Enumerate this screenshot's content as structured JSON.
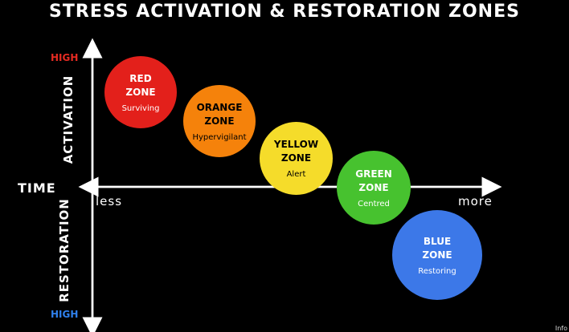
{
  "title": "STRESS ACTIVATION & RESTORATION ZONES",
  "y_axis": {
    "top_label": "HIGH",
    "bottom_label": "HIGH",
    "upper_label": "ACTIVATION",
    "lower_label": "RESTORATION",
    "top_color": "#e52b22",
    "bottom_color": "#2f80ed"
  },
  "x_axis": {
    "name": "TIME",
    "left_label": "less",
    "right_label": "more"
  },
  "zones": [
    {
      "name": "RED\nZONE",
      "desc": "Surviving",
      "color": "#e3201b",
      "text_color": "#ffffff"
    },
    {
      "name": "ORANGE\nZONE",
      "desc": "Hypervigilant",
      "color": "#f5820b",
      "text_color": "#000000"
    },
    {
      "name": "YELLOW\nZONE",
      "desc": "Alert",
      "color": "#f5dc2a",
      "text_color": "#000000"
    },
    {
      "name": "GREEN\nZONE",
      "desc": "Centred",
      "color": "#47c22f",
      "text_color": "#ffffff"
    },
    {
      "name": "BLUE\nZONE",
      "desc": "Restoring",
      "color": "#3c78e8",
      "text_color": "#ffffff"
    }
  ],
  "corner_text": "Info"
}
